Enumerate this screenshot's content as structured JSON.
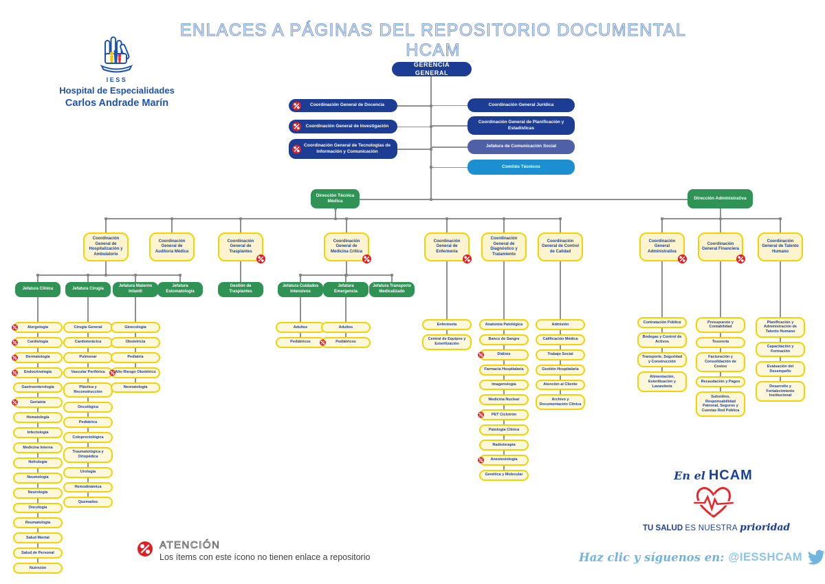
{
  "title": "ENLACES A PÁGINAS DEL REPOSITORIO DOCUMENTAL HCAM",
  "logo": {
    "iess": "IESS",
    "line1": "Hospital de Especialidades",
    "line2": "Carlos Andrade Marín"
  },
  "root_label": "GERENCIA GENERAL",
  "top_left": [
    {
      "label": "Coordinación General de Docencia",
      "no_link": true
    },
    {
      "label": "Coordinación General de Investigación",
      "no_link": true
    },
    {
      "label": "Coordinación General de Tecnologías de Información y Comunicación",
      "no_link": true
    }
  ],
  "top_right": [
    {
      "label": "Coordinación General Jurídica"
    },
    {
      "label": "Coordinación General de Planificación y Estadísticas"
    },
    {
      "label": "Jefatura de Comunicación Social"
    },
    {
      "label": "Comités Técnicos"
    }
  ],
  "directions": [
    {
      "label": "Dirección Técnica Médica"
    },
    {
      "label": "Dirección Administrativa"
    }
  ],
  "coordinations": [
    {
      "label": "Coordinación General de Hospitalización y Ambulatorio",
      "no_link": false
    },
    {
      "label": "Coordinación General de Auditoría Médica",
      "no_link": false
    },
    {
      "label": "Coordinación General de Trasplantes",
      "no_link": true
    },
    {
      "label": "Coordinación General de Medicina Crítica",
      "no_link": true
    },
    {
      "label": "Coordinación General de Enfermería",
      "no_link": true
    },
    {
      "label": "Coordinación General de Diagnóstico y Tratamiento",
      "no_link": false
    },
    {
      "label": "Coordinación General de Control de Calidad",
      "no_link": false
    },
    {
      "label": "Coordinación General Administrativa",
      "no_link": true
    },
    {
      "label": "Coordinación General Financiera",
      "no_link": true
    },
    {
      "label": "Coordinación General de Talento Humano",
      "no_link": false
    }
  ],
  "sub_units": [
    {
      "label": "Jefatura Clínica"
    },
    {
      "label": "Jefatura Cirugía"
    },
    {
      "label": "Jefatura Materno Infantil"
    },
    {
      "label": "Jefatura Estomatología"
    },
    {
      "label": "Gestión de Trasplantes"
    },
    {
      "label": "Jefatura Cuidados Intensivos"
    },
    {
      "label": "Jefatura Emergencia"
    },
    {
      "label": "Jefatura Transporte Medicalizado"
    }
  ],
  "columns": [
    {
      "parent": "Jefatura Clínica",
      "items": [
        {
          "label": "Alergología",
          "no_link": true
        },
        {
          "label": "Cardiología",
          "no_link": true
        },
        {
          "label": "Dermatología",
          "no_link": true
        },
        {
          "label": "Endocrinología",
          "no_link": true
        },
        {
          "label": "Gastroenterología",
          "no_link": false
        },
        {
          "label": "Geriatría",
          "no_link": true
        },
        {
          "label": "Hematología",
          "no_link": false
        },
        {
          "label": "Infectología",
          "no_link": false
        },
        {
          "label": "Medicina Interna",
          "no_link": false
        },
        {
          "label": "Nefrología",
          "no_link": false
        },
        {
          "label": "Neumología",
          "no_link": false
        },
        {
          "label": "Neurología",
          "no_link": false
        },
        {
          "label": "Oncología",
          "no_link": false
        },
        {
          "label": "Reumatología",
          "no_link": false
        },
        {
          "label": "Salud Mental",
          "no_link": false
        },
        {
          "label": "Salud de Personal",
          "no_link": false
        },
        {
          "label": "Nutrición",
          "no_link": false
        }
      ]
    },
    {
      "parent": "Jefatura Cirugía",
      "items": [
        {
          "label": "Cirugía General",
          "no_link": false
        },
        {
          "label": "Cardiotorácica",
          "no_link": false
        },
        {
          "label": "Pulmonar",
          "no_link": false
        },
        {
          "label": "Vascular Periférica",
          "no_link": false
        },
        {
          "label": "Plástica y Reconstrucción",
          "no_link": false
        },
        {
          "label": "Oncológica",
          "no_link": false
        },
        {
          "label": "Pediátrica",
          "no_link": false
        },
        {
          "label": "Coloproctológica",
          "no_link": false
        },
        {
          "label": "Traumatológica y Ortopédica",
          "no_link": false
        },
        {
          "label": "Urología",
          "no_link": false
        },
        {
          "label": "Hemodinámica",
          "no_link": false
        },
        {
          "label": "Quemados",
          "no_link": false
        }
      ]
    },
    {
      "parent": "Jefatura Materno Infantil",
      "items": [
        {
          "label": "Ginecología",
          "no_link": false
        },
        {
          "label": "Obstetricia",
          "no_link": false
        },
        {
          "label": "Pediatría",
          "no_link": false
        },
        {
          "label": "Alto Riesgo Obstétrico",
          "no_link": true
        },
        {
          "label": "Neonatología",
          "no_link": false
        }
      ]
    },
    {
      "parent": "Jefatura Cuidados Intensivos",
      "items": [
        {
          "label": "Adultos",
          "no_link": false
        },
        {
          "label": "Pediátricos",
          "no_link": false
        }
      ]
    },
    {
      "parent": "Jefatura Emergencia",
      "items": [
        {
          "label": "Adultos",
          "no_link": false
        },
        {
          "label": "Pediátricos",
          "no_link": true
        }
      ]
    },
    {
      "parent": "Coordinación General de Enfermería",
      "items": [
        {
          "label": "Enfermería",
          "no_link": false
        },
        {
          "label": "Central de Equipos y Esterilización",
          "no_link": false
        }
      ]
    },
    {
      "parent": "Coordinación General de Diagnóstico y Tratamiento",
      "items": [
        {
          "label": "Anatomía Patológica",
          "no_link": false
        },
        {
          "label": "Banco de Sangre",
          "no_link": false
        },
        {
          "label": "Diálisis",
          "no_link": true
        },
        {
          "label": "Farmacia Hospitalaria",
          "no_link": false
        },
        {
          "label": "Imagenología",
          "no_link": false
        },
        {
          "label": "Medicina Nuclear",
          "no_link": false
        },
        {
          "label": "PET Ciclotrón",
          "no_link": true
        },
        {
          "label": "Patología Clínica",
          "no_link": false
        },
        {
          "label": "Radioterapia",
          "no_link": false
        },
        {
          "label": "Anestesiología",
          "no_link": true
        },
        {
          "label": "Genética y Molecular",
          "no_link": false
        }
      ]
    },
    {
      "parent": "Coordinación General de Control de Calidad",
      "items": [
        {
          "label": "Admisión",
          "no_link": false
        },
        {
          "label": "Calificación Médica",
          "no_link": false
        },
        {
          "label": "Trabajo Social",
          "no_link": false
        },
        {
          "label": "Gestión Hospitalaria",
          "no_link": false
        },
        {
          "label": "Atención al Cliente",
          "no_link": false
        },
        {
          "label": "Archivo y Documentación Clínica",
          "no_link": false
        }
      ]
    },
    {
      "parent": "Coordinación General Administrativa",
      "items": [
        {
          "label": "Contratación Pública",
          "no_link": false
        },
        {
          "label": "Bodegas y Control de Activos",
          "no_link": false
        },
        {
          "label": "Transporte, Seguridad y Construcción",
          "no_link": false
        },
        {
          "label": "Alimentación, Esterilización y Lavandería",
          "no_link": false
        }
      ]
    },
    {
      "parent": "Coordinación General Financiera",
      "items": [
        {
          "label": "Presupuesto y Contabilidad",
          "no_link": false
        },
        {
          "label": "Tesorería",
          "no_link": false
        },
        {
          "label": "Facturación y Consolidación de Costos",
          "no_link": false
        },
        {
          "label": "Recaudación y Pagos",
          "no_link": false
        },
        {
          "label": "Subsidios, Responsabilidad Patronal, Seguros y Cuentas Red Pública",
          "no_link": false
        }
      ]
    },
    {
      "parent": "Coordinación General de Talento Humano",
      "items": [
        {
          "label": "Planificación y Administración de Talento Humano",
          "no_link": false
        },
        {
          "label": "Capacitación y Formación",
          "no_link": false
        },
        {
          "label": "Evaluación del Desempeño",
          "no_link": false
        },
        {
          "label": "Desarrollo y Fortalecimiento Institucional",
          "no_link": false
        }
      ]
    }
  ],
  "attention": {
    "heading": "ATENCIÓN",
    "text": "Los ítems con este ícono no tienen enlace a repositorio"
  },
  "footer": {
    "tagline_prefix": "En el",
    "tagline_brand": "HCAM",
    "slogan_bold": "TU SALUD",
    "slogan_mid": "ES NUESTRA",
    "slogan_script": "prioridad",
    "follow_text": "Haz clic y síguenos en:",
    "handle": "@IESSHCAM"
  },
  "icons": {
    "no_link": "broken-link-icon",
    "twitter": "twitter-bird-icon",
    "heart": "heart-ekg-icon",
    "logo": "iess-hand-icon"
  },
  "colors": {
    "navy": "#1d3d94",
    "slate_blue": "#5060a8",
    "bright_blue": "#1b8fd0",
    "green": "#2f9355",
    "yellow_border": "#f2d200",
    "yellow_fill": "#fdf7dc",
    "line_gray": "#8f8f8f",
    "no_link_red": "#e21d23",
    "logo_blue": "#1c52b5",
    "brand_navy": "#1c3f9a",
    "heart_red": "#e8262c",
    "twitter_blue": "#6fb5e0"
  }
}
